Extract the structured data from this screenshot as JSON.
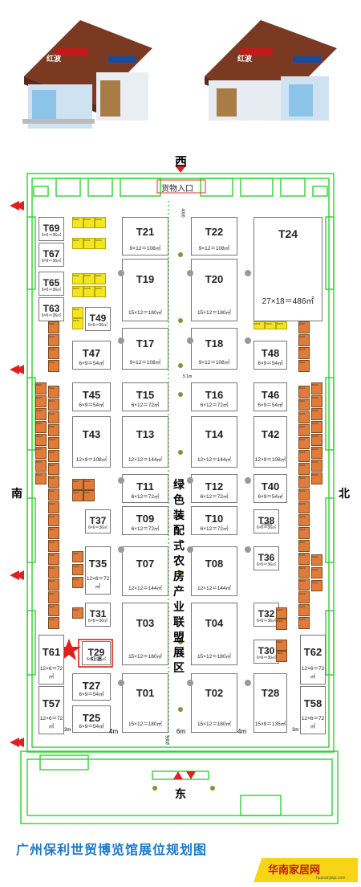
{
  "header": {
    "logo_text": "红波"
  },
  "directions": {
    "west": "西",
    "east": "东",
    "south": "南",
    "north": "北"
  },
  "cargo_entrance": "货物入口",
  "center_zone": "绿色装配式农房产业联盟展区",
  "highlight_brand": "红波",
  "caption": "广州保利世贸博览馆展位规划图",
  "watermark": "华南家居网",
  "watermark_url": "huananjiaju.com",
  "aisle_labels": {
    "a_4m": "4m",
    "b_4m": "4m",
    "c_6m": "6m",
    "d_4m": "4m",
    "e_3m": "3m",
    "f_3m": "3m",
    "width_5500": "5500",
    "width_4000": "4000",
    "width_51m": "5.1m"
  },
  "booths": [
    {
      "id": "T21",
      "size": "9×12＝108㎡"
    },
    {
      "id": "T22",
      "size": "9×12＝108㎡"
    },
    {
      "id": "T24",
      "size": "27×18＝486㎡"
    },
    {
      "id": "T19",
      "size": "15×12＝180㎡"
    },
    {
      "id": "T20",
      "size": "15×12＝180㎡"
    },
    {
      "id": "T17",
      "size": "9×12＝108㎡"
    },
    {
      "id": "T18",
      "size": "9×12＝108㎡"
    },
    {
      "id": "T15",
      "size": "6×12＝72㎡"
    },
    {
      "id": "T16",
      "size": "6×12＝72㎡"
    },
    {
      "id": "T13",
      "size": "12×12＝144㎡"
    },
    {
      "id": "T14",
      "size": "12×12＝144㎡"
    },
    {
      "id": "T11",
      "size": "6×12＝72㎡"
    },
    {
      "id": "T12",
      "size": "6×12＝72㎡"
    },
    {
      "id": "T09",
      "size": "6×12＝72㎡"
    },
    {
      "id": "T10",
      "size": "6×12＝72㎡"
    },
    {
      "id": "T07",
      "size": "12×12＝144㎡"
    },
    {
      "id": "T08",
      "size": "12×12＝144㎡"
    },
    {
      "id": "T03",
      "size": "15×12＝180㎡"
    },
    {
      "id": "T04",
      "size": "15×12＝180㎡"
    },
    {
      "id": "T01",
      "size": "15×12＝180㎡"
    },
    {
      "id": "T02",
      "size": "15×12＝180㎡"
    },
    {
      "id": "T49",
      "size": "6×6＝36㎡"
    },
    {
      "id": "T47",
      "size": "6×9＝54㎡"
    },
    {
      "id": "T48",
      "size": "6×9＝54㎡"
    },
    {
      "id": "T45",
      "size": "6×9＝54㎡"
    },
    {
      "id": "T46",
      "size": "6×9＝54㎡"
    },
    {
      "id": "T43",
      "size": "12×9＝108㎡"
    },
    {
      "id": "T42",
      "size": "12×9＝108㎡"
    },
    {
      "id": "T40",
      "size": "6×9＝54㎡"
    },
    {
      "id": "T37",
      "size": "6×6＝36㎡"
    },
    {
      "id": "T38",
      "size": "6×6＝36㎡"
    },
    {
      "id": "T35",
      "size": "12×6＝72㎡"
    },
    {
      "id": "T36",
      "size": "6×6＝36㎡"
    },
    {
      "id": "T31",
      "size": "6×6＝36㎡"
    },
    {
      "id": "T32",
      "size": "6×6＝36㎡"
    },
    {
      "id": "T29",
      "size": "6×6＝36㎡"
    },
    {
      "id": "T30",
      "size": "6×6＝36㎡"
    },
    {
      "id": "T27",
      "size": "6×9＝54㎡"
    },
    {
      "id": "T28",
      "size": "15×9＝135㎡"
    },
    {
      "id": "T25",
      "size": "6×9＝54㎡"
    },
    {
      "id": "T69",
      "size": "6×6＝36㎡"
    },
    {
      "id": "T67",
      "size": "6×6＝36㎡"
    },
    {
      "id": "T65",
      "size": "6×6＝36㎡"
    },
    {
      "id": "T63",
      "size": "6×6＝36㎡"
    },
    {
      "id": "T61",
      "size": "12×6＝72㎡"
    },
    {
      "id": "T57",
      "size": "12×6＝72㎡"
    },
    {
      "id": "T62",
      "size": "12×6＝72㎡"
    },
    {
      "id": "T58",
      "size": "12×6＝72㎡"
    }
  ],
  "t38_extra": "Topper",
  "yellow_stall_labels": [
    "M145",
    "M144",
    "M143",
    "M142",
    "M141",
    "M140",
    "M139",
    "M138",
    "M137",
    "M136"
  ],
  "orange_stall_label": "M121"
}
